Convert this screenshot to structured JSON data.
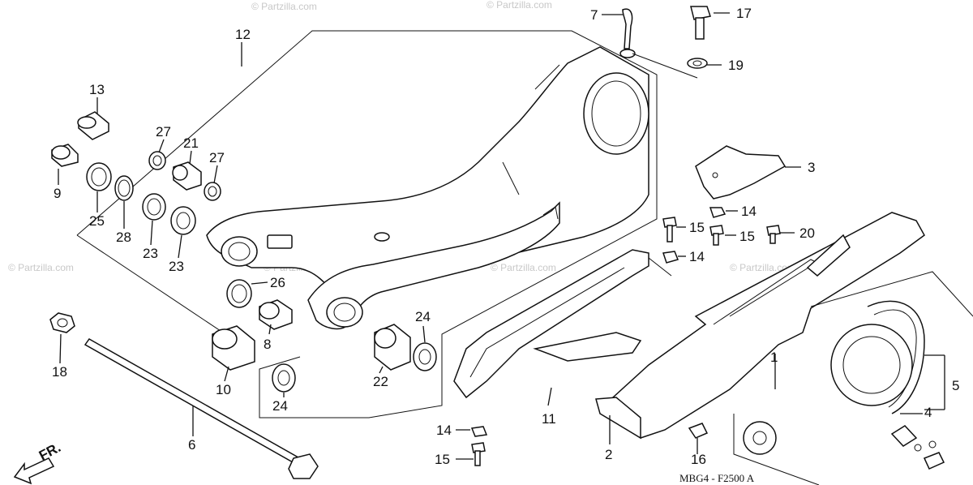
{
  "watermark": "© Partzilla.com",
  "diagram_code": "MBG4 - F2500 A",
  "front_label": "FR.",
  "callouts": {
    "c1": "1",
    "c2": "2",
    "c3": "3",
    "c4": "4",
    "c5": "5",
    "c6": "6",
    "c7": "7",
    "c8": "8",
    "c9": "9",
    "c10": "10",
    "c11": "11",
    "c12": "12",
    "c13": "13",
    "c14a": "14",
    "c14b": "14",
    "c14c": "14",
    "c15a": "15",
    "c15b": "15",
    "c15c": "15",
    "c16": "16",
    "c17": "17",
    "c18": "18",
    "c19": "19",
    "c20": "20",
    "c21": "21",
    "c22": "22",
    "c23a": "23",
    "c23b": "23",
    "c24a": "24",
    "c24b": "24",
    "c25": "25",
    "c26": "26",
    "c27a": "27",
    "c27b": "27",
    "c28": "28"
  }
}
